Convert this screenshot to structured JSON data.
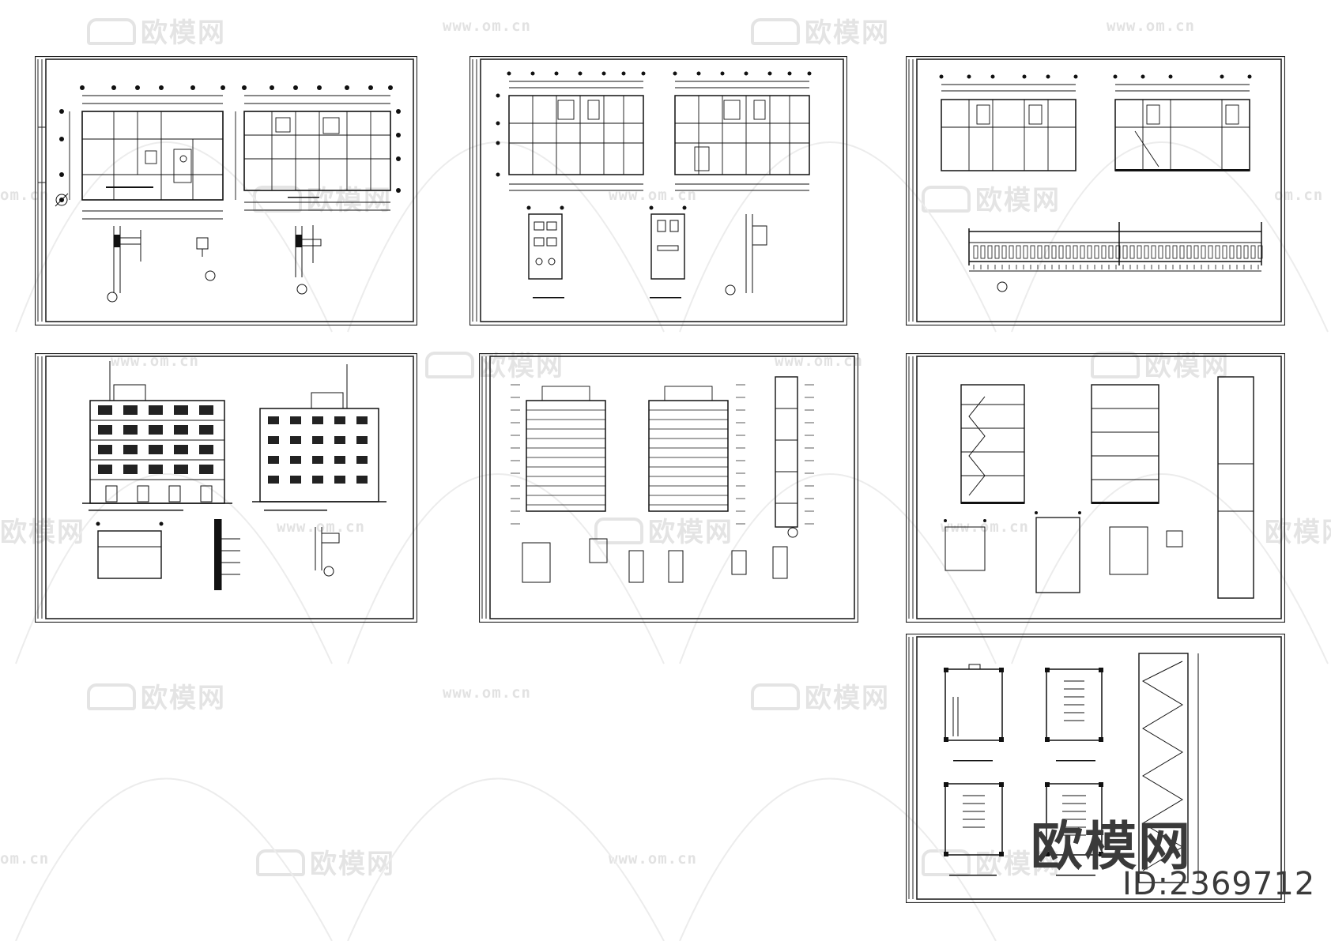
{
  "watermark": {
    "logo_text": "欧模网",
    "url_text": "www.om.cn",
    "url_fragment_left": "om.cn",
    "url_fragment_small": "om.cn"
  },
  "brand": {
    "name": "欧模网",
    "id_label": "ID:2369712"
  },
  "sheets": [
    {
      "id": "sheet-1",
      "kind": "plan-and-details"
    },
    {
      "id": "sheet-2",
      "kind": "plans-and-toilet-details"
    },
    {
      "id": "sheet-3",
      "kind": "plans-and-railing"
    },
    {
      "id": "sheet-4",
      "kind": "elevations-and-details"
    },
    {
      "id": "sheet-5",
      "kind": "elevations-and-sections"
    },
    {
      "id": "sheet-6",
      "kind": "sections-and-details"
    },
    {
      "id": "sheet-7",
      "kind": "stair-plans-and-section"
    }
  ],
  "colors": {
    "line": "#1a1a1a",
    "frame": "#333333",
    "watermark": "#e4e4e4",
    "brand": "#3a3a3a"
  }
}
